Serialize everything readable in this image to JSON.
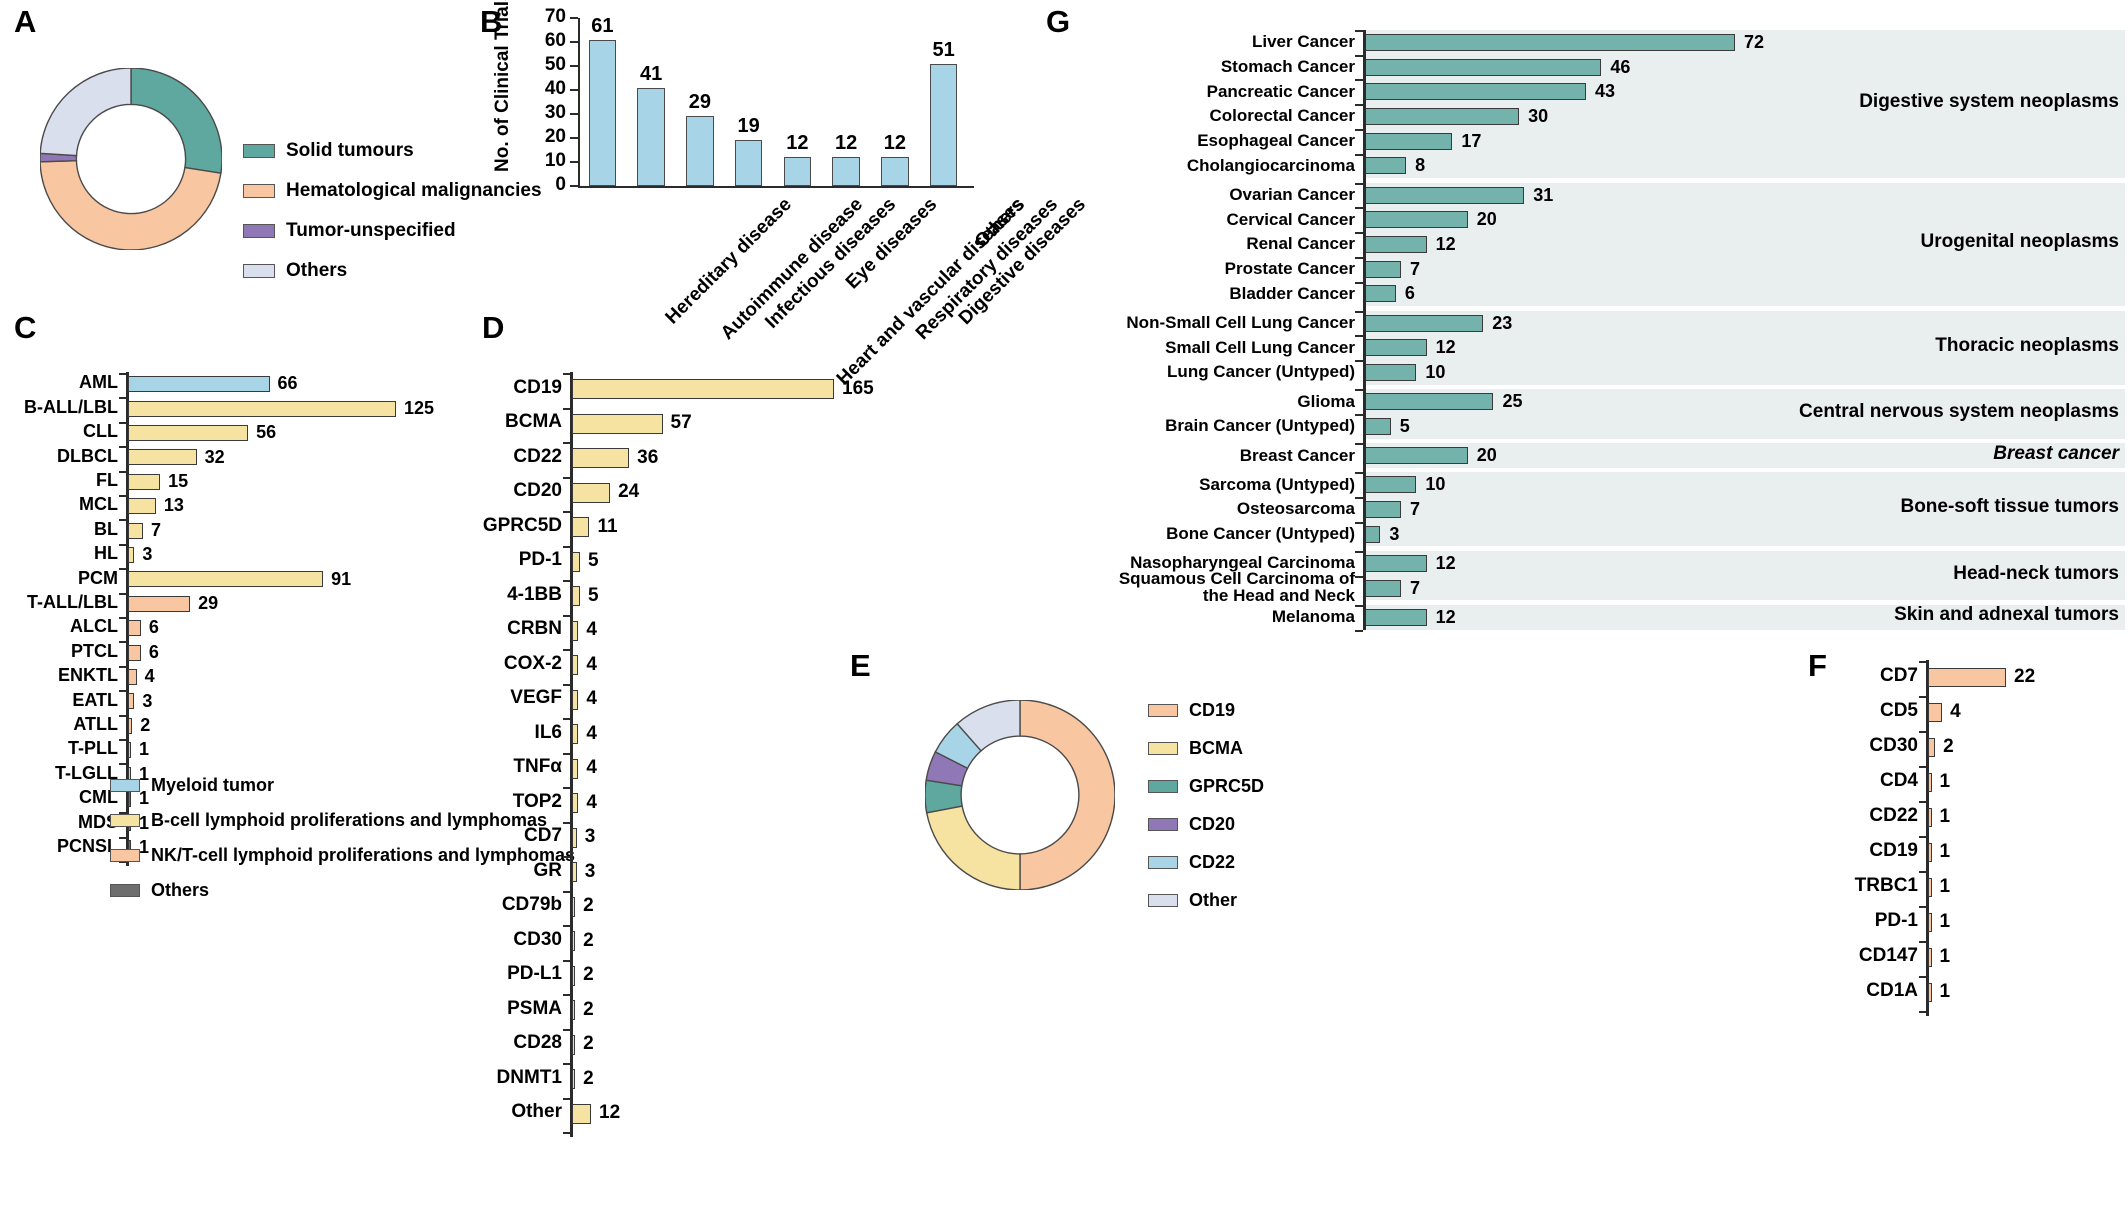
{
  "panels": {
    "A": {
      "letter": "A",
      "chart_data": {
        "type": "pie",
        "title": "",
        "labels": [
          "Solid tumours",
          "Hematological malignancies",
          "Tumor-unspecified",
          "Others"
        ],
        "values": [
          27.5,
          47.0,
          1.5,
          24.0
        ],
        "colors": [
          "#5fa8a0",
          "#f8c6a0",
          "#8f78b5",
          "#d9dfec"
        ],
        "legend_position": "right",
        "donut": true
      }
    },
    "B": {
      "letter": "B",
      "chart_data": {
        "type": "bar",
        "title": "",
        "ylabel": "No. of Clinical Trials",
        "xlabel": "",
        "ylim": [
          0,
          70
        ],
        "yticks": [
          0,
          10,
          20,
          30,
          40,
          50,
          60,
          70
        ],
        "categories": [
          "Hereditary disease",
          "Autoimmune disease",
          "Infectious diseases",
          "Heart and vascular diseases",
          "Eye diseases",
          "Respiratory diseases",
          "Digestive diseases",
          "Others"
        ],
        "values": [
          61,
          41,
          29,
          19,
          12,
          12,
          12,
          51
        ],
        "bar_color": "#a8d4e8",
        "grid": false
      }
    },
    "C": {
      "letter": "C",
      "chart_data": {
        "type": "bar",
        "orientation": "horizontal",
        "title": "",
        "xlabel": "",
        "ylabel": "",
        "xlim": [
          0,
          125
        ],
        "categories": [
          "AML",
          "B-ALL/LBL",
          "CLL",
          "DLBCL",
          "FL",
          "MCL",
          "BL",
          "HL",
          "PCM",
          "T-ALL/LBL",
          "ALCL",
          "PTCL",
          "ENKTL",
          "EATL",
          "ATLL",
          "T-PLL",
          "T-LGLL",
          "CML",
          "MDS",
          "PCNSL"
        ],
        "values": [
          66,
          125,
          56,
          32,
          15,
          13,
          7,
          3,
          91,
          29,
          6,
          6,
          4,
          3,
          2,
          1,
          1,
          1,
          1,
          1
        ],
        "group_of_bar": [
          "myeloid",
          "bcell",
          "bcell",
          "bcell",
          "bcell",
          "bcell",
          "bcell",
          "bcell",
          "bcell",
          "nkt",
          "nkt",
          "nkt",
          "nkt",
          "nkt",
          "nkt",
          "nkt",
          "nkt",
          "others",
          "others",
          "others"
        ],
        "legend": [
          {
            "label": "Myeloid tumor",
            "key": "myeloid",
            "color": "#a8d4e8"
          },
          {
            "label": "B-cell lymphoid proliferations and lymphomas",
            "key": "bcell",
            "color": "#f6e3a1"
          },
          {
            "label": "NK/T-cell lymphoid proliferations and lymphomas",
            "key": "nkt",
            "color": "#f8c6a0"
          },
          {
            "label": "Others",
            "key": "others",
            "color": "#6e6e6e"
          }
        ]
      }
    },
    "D": {
      "letter": "D",
      "chart_data": {
        "type": "bar",
        "orientation": "horizontal",
        "title": "",
        "xlim": [
          0,
          165
        ],
        "categories": [
          "CD19",
          "BCMA",
          "CD22",
          "CD20",
          "GPRC5D",
          "PD-1",
          "4-1BB",
          "CRBN",
          "COX-2",
          "VEGF",
          "IL6",
          "TNFα",
          "TOP2",
          "CD7",
          "GR",
          "CD79b",
          "CD30",
          "PD-L1",
          "PSMA",
          "CD28",
          "DNMT1",
          "Other"
        ],
        "values": [
          165,
          57,
          36,
          24,
          11,
          5,
          5,
          4,
          4,
          4,
          4,
          4,
          4,
          3,
          3,
          2,
          2,
          2,
          2,
          2,
          2,
          12
        ],
        "bar_color": "#f6e3a1"
      }
    },
    "E": {
      "letter": "E",
      "chart_data": {
        "type": "pie",
        "donut": true,
        "labels": [
          "CD19",
          "BCMA",
          "GPRC5D",
          "CD20",
          "CD22",
          "Other"
        ],
        "values": [
          50.0,
          22.0,
          5.5,
          5.0,
          6.0,
          11.5
        ],
        "colors": [
          "#f8c6a0",
          "#f6e3a1",
          "#5fa8a0",
          "#8f78b5",
          "#a8d4e8",
          "#d9dfec"
        ],
        "legend_position": "right"
      }
    },
    "F": {
      "letter": "F",
      "chart_data": {
        "type": "bar",
        "orientation": "horizontal",
        "xlim": [
          0,
          22
        ],
        "categories": [
          "CD7",
          "CD5",
          "CD30",
          "CD4",
          "CD22",
          "CD19",
          "TRBC1",
          "PD-1",
          "CD147",
          "CD1A"
        ],
        "values": [
          22,
          4,
          2,
          1,
          1,
          1,
          1,
          1,
          1,
          1
        ],
        "bar_color": "#f8c6a0"
      }
    },
    "G": {
      "letter": "G",
      "chart_data": {
        "type": "bar",
        "orientation": "horizontal",
        "xlim": [
          0,
          72
        ],
        "bar_color": "#74b3ac",
        "band_color": "#e9eeee",
        "groups": [
          {
            "name": "Digestive system neoplasms",
            "italic": false,
            "items": [
              {
                "label": "Liver Cancer",
                "value": 72
              },
              {
                "label": "Stomach Cancer",
                "value": 46
              },
              {
                "label": "Pancreatic Cancer",
                "value": 43
              },
              {
                "label": "Colorectal Cancer",
                "value": 30
              },
              {
                "label": "Esophageal Cancer",
                "value": 17
              },
              {
                "label": "Cholangiocarcinoma",
                "value": 8
              }
            ]
          },
          {
            "name": "Urogenital neoplasms",
            "italic": false,
            "items": [
              {
                "label": "Ovarian Cancer",
                "value": 31
              },
              {
                "label": "Cervical Cancer",
                "value": 20
              },
              {
                "label": "Renal Cancer",
                "value": 12
              },
              {
                "label": "Prostate Cancer",
                "value": 7
              },
              {
                "label": "Bladder Cancer",
                "value": 6
              }
            ]
          },
          {
            "name": "Thoracic neoplasms",
            "italic": false,
            "items": [
              {
                "label": "Non-Small Cell Lung Cancer",
                "value": 23
              },
              {
                "label": "Small Cell Lung Cancer",
                "value": 12
              },
              {
                "label": "Lung Cancer (Untyped)",
                "value": 10
              }
            ]
          },
          {
            "name": "Central nervous system neoplasms",
            "italic": false,
            "items": [
              {
                "label": "Glioma",
                "value": 25
              },
              {
                "label": "Brain Cancer (Untyped)",
                "value": 5
              }
            ]
          },
          {
            "name": "Breast cancer",
            "italic": true,
            "items": [
              {
                "label": "Breast Cancer",
                "value": 20
              }
            ]
          },
          {
            "name": "Bone-soft tissue tumors",
            "italic": false,
            "items": [
              {
                "label": "Sarcoma (Untyped)",
                "value": 10
              },
              {
                "label": "Osteosarcoma",
                "value": 7
              },
              {
                "label": "Bone Cancer (Untyped)",
                "value": 3
              }
            ]
          },
          {
            "name": "Head-neck tumors",
            "italic": false,
            "items": [
              {
                "label": "Nasopharyngeal Carcinoma",
                "value": 12
              },
              {
                "label": "Squamous Cell Carcinoma of\nthe Head and Neck",
                "value": 7
              }
            ]
          },
          {
            "name": "Skin and adnexal tumors",
            "italic": false,
            "items": [
              {
                "label": "Melanoma",
                "value": 12
              }
            ]
          }
        ]
      }
    }
  }
}
